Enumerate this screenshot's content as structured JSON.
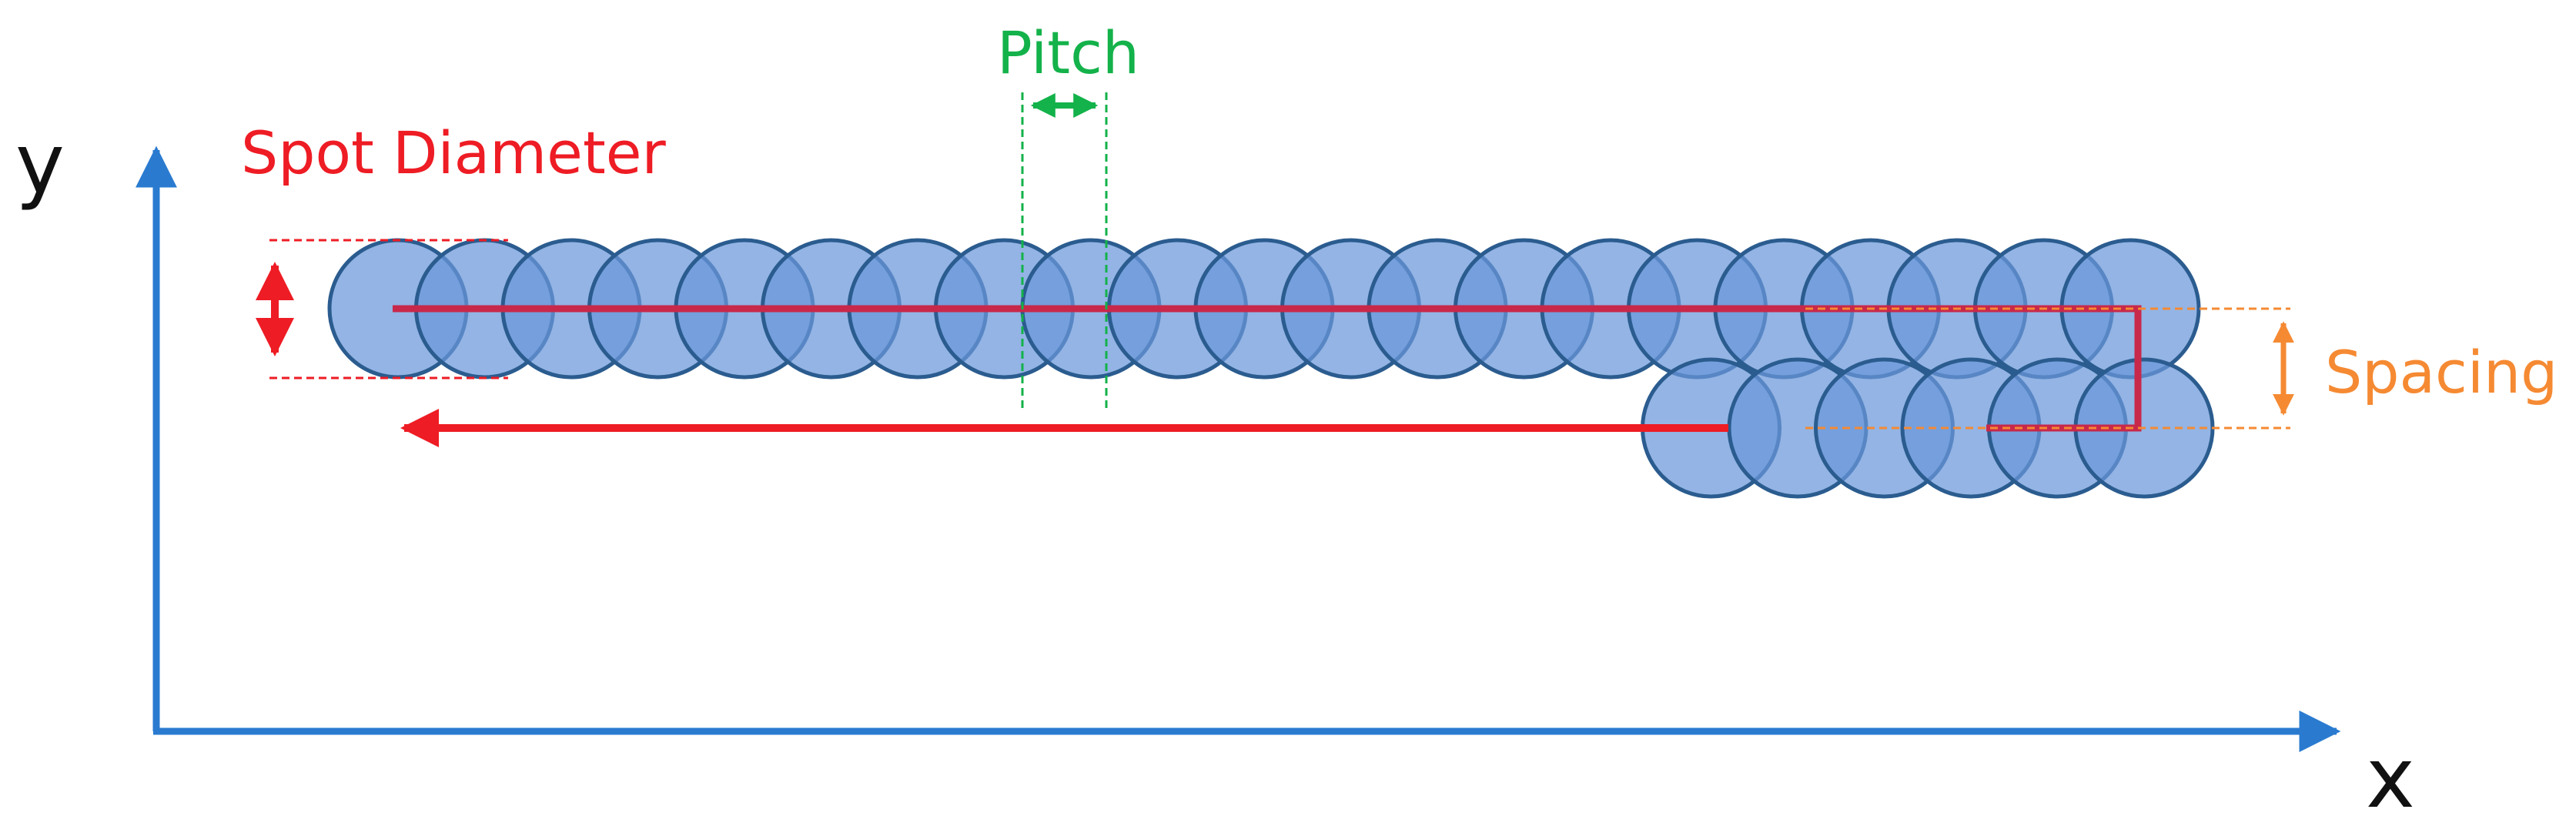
{
  "labels": {
    "y_axis": "y",
    "x_axis": "x",
    "spot_diameter": "Spot Diameter",
    "pitch": "Pitch",
    "spacing": "Spacing"
  },
  "colors": {
    "axis": "#2a7bd0",
    "spot_fill": "#6a97d9",
    "spot_stroke": "#2b5c8f",
    "path_line": "#c8284a",
    "spot_diameter": "#ee1c24",
    "pitch": "#13b24a",
    "spacing": "#f58a33",
    "text": "#111111"
  },
  "scan": {
    "row1_spot_count": 21,
    "row2_spot_count": 6
  }
}
